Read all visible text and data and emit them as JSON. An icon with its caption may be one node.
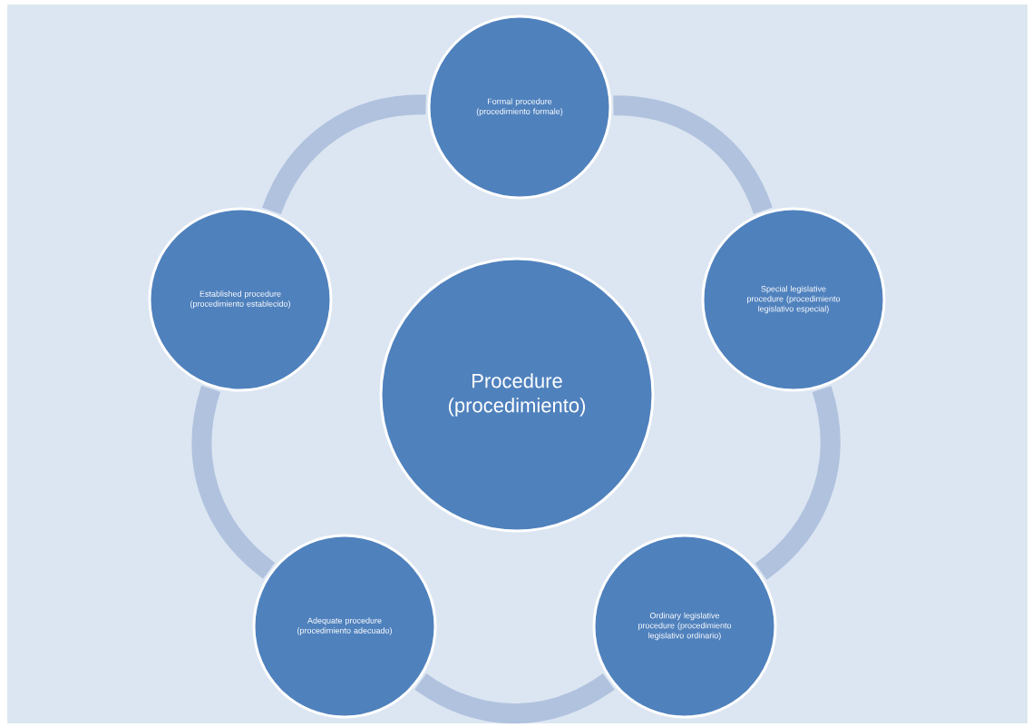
{
  "diagram": {
    "nodes": [
      {
        "text": [
          "Procedure (procedimiento)"
        ]
      },
      {
        "text": [
          "Formal procedure (procedimiento formale)"
        ]
      },
      {
        "text": [
          "Special legislative procedure (procedimiento legislativo especial)"
        ]
      },
      {
        "text": [
          "Ordinary legislative procedure (procedimiento legislativo ordinario)"
        ]
      },
      {
        "text": [
          "Adequate procedure (procedimiento adecuado)"
        ]
      },
      {
        "text": [
          "Established procedure (procedimiento establecido)"
        ]
      }
    ],
    "edges": [
      {
        "from": 1,
        "to": 2,
        "arrow": "none"
      },
      {
        "from": 2,
        "to": 3,
        "arrow": "none"
      },
      {
        "from": 3,
        "to": 4,
        "arrow": "none"
      },
      {
        "from": 4,
        "to": 5,
        "arrow": "none"
      },
      {
        "from": 5,
        "to": 1,
        "arrow": "none"
      }
    ]
  }
}
